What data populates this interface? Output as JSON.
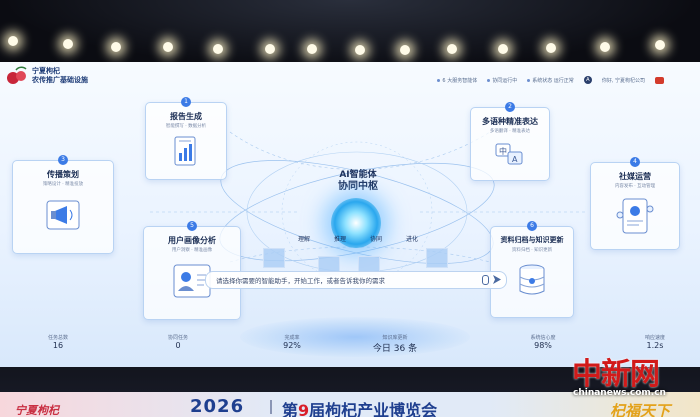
{
  "brand": {
    "line1": "宁夏枸杞",
    "line2": "农传推广基础设施"
  },
  "topbar": {
    "items": [
      "6 大服务智能体",
      "协同运行中",
      "系统状态 运行正常"
    ],
    "user_initial": "A",
    "user_text": "你好, 宁夏枸杞公司"
  },
  "cards": [
    {
      "num": "1",
      "title": "报告生成",
      "sub": "智能撰写 · 数据分析"
    },
    {
      "num": "2",
      "title": "多语种精准表达",
      "sub": "多语翻译 · 精准表达"
    },
    {
      "num": "3",
      "title": "传播策划",
      "sub": "策略设计 · 精准投放"
    },
    {
      "num": "4",
      "title": "社媒运营",
      "sub": "内容发布 · 互动管理"
    },
    {
      "num": "5",
      "title": "用户画像分析",
      "sub": "用户洞察 · 精准画像"
    },
    {
      "num": "6",
      "title": "资料归档与知识更新",
      "sub": "资料归档 · 知识更新"
    }
  ],
  "hub": {
    "title": "AI智能体",
    "subtitle": "协同中枢",
    "tags": [
      "理解",
      "推理",
      "协同",
      "进化"
    ]
  },
  "prompt": {
    "placeholder": "请选择你需要的智能助手，开始工作，或者告诉我你的需求"
  },
  "stats": [
    {
      "label": "任务总数",
      "value": "16"
    },
    {
      "label": "协同任务",
      "value": "0"
    },
    {
      "label": "完成率",
      "value": "92%"
    },
    {
      "label": "知识库更新",
      "value": "今日 36 条"
    },
    {
      "label": "系统信心度",
      "value": "98%"
    },
    {
      "label": "响应速度",
      "value": "1.2s"
    }
  ],
  "banner": {
    "left": "宁夏枸杞",
    "year": "2026",
    "title_pre": "第",
    "title_num": "9",
    "title_post": "届枸杞产业博览会",
    "right": "杞福天下"
  },
  "watermark": {
    "logo": "中新网",
    "url": "chinanews.com.cn"
  },
  "colors": {
    "accent": "#3c7be6",
    "banner_blue": "#1f3f8f",
    "watermark_red": "#d11a1a"
  }
}
